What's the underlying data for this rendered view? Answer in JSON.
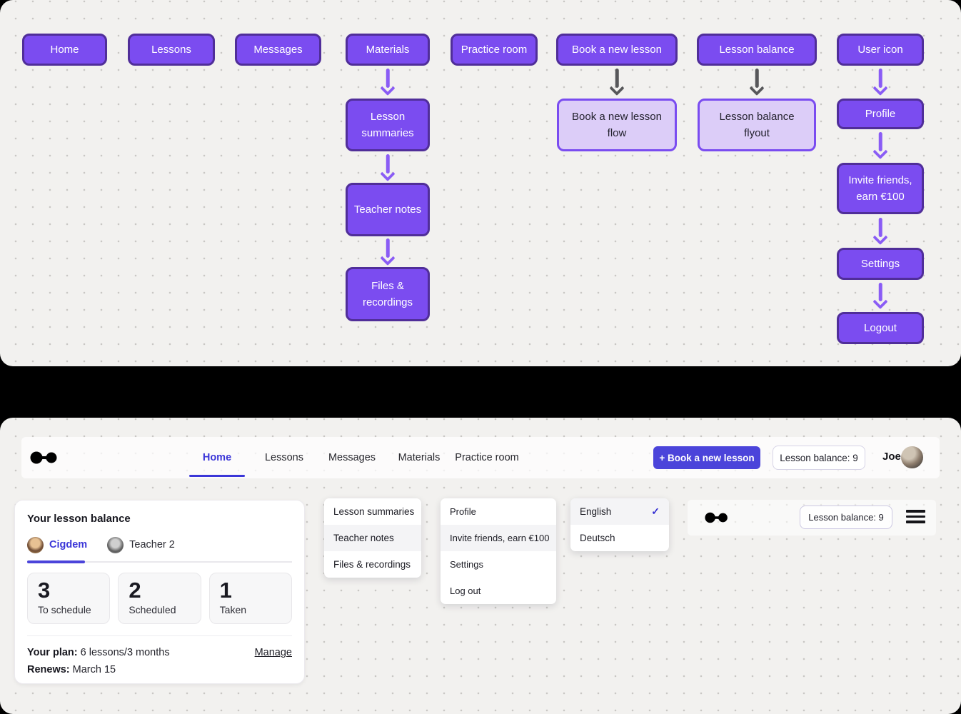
{
  "colors": {
    "node_fill": "#7b4cf0",
    "node_border": "#502e99",
    "node_light_fill": "#dccdf8",
    "accent_indigo": "#3b36d8",
    "button_indigo": "#4b44da",
    "arrow_purple": "#8a5cf5",
    "arrow_gray": "#57575a"
  },
  "icons": {
    "check": "✓"
  },
  "flowchart": {
    "top_row": [
      "Home",
      "Lessons",
      "Messages",
      "Materials",
      "Practice room",
      "Book a new lesson",
      "Lesson balance",
      "User icon"
    ],
    "materials_chain": [
      "Lesson summaries",
      "Teacher notes",
      "Files & recordings"
    ],
    "book_flow_label": "Book a new lesson flow",
    "balance_flyout_label": "Lesson balance flyout",
    "user_chain": [
      "Profile",
      "Invite friends, earn €100",
      "Settings",
      "Logout"
    ]
  },
  "app": {
    "header": {
      "nav": [
        "Home",
        "Lessons",
        "Messages",
        "Materials",
        "Practice room"
      ],
      "active_nav": "Home",
      "book_button": "+ Book a new lesson",
      "balance_pill": "Lesson balance: 9",
      "user_name": "Joe"
    },
    "balance_card": {
      "title": "Your lesson balance",
      "tabs": [
        {
          "name": "Cigdem",
          "active": true
        },
        {
          "name": "Teacher 2",
          "active": false
        }
      ],
      "stats": [
        {
          "value": "3",
          "label": "To schedule"
        },
        {
          "value": "2",
          "label": "Scheduled"
        },
        {
          "value": "1",
          "label": "Taken"
        }
      ],
      "plan_label": "Your plan:",
      "plan_value": " 6 lessons/3 months",
      "manage_link": "Manage",
      "renews_label": "Renews:",
      "renews_value": " March 15"
    },
    "materials_menu": [
      "Lesson summaries",
      "Teacher notes",
      "Files & recordings"
    ],
    "user_menu": [
      "Profile",
      "Invite friends, earn €100",
      "Settings",
      "Log out"
    ],
    "language_menu": [
      {
        "label": "English",
        "checked": true
      },
      {
        "label": "Deutsch",
        "checked": false
      }
    ],
    "mini_header": {
      "balance_pill": "Lesson balance: 9"
    }
  }
}
